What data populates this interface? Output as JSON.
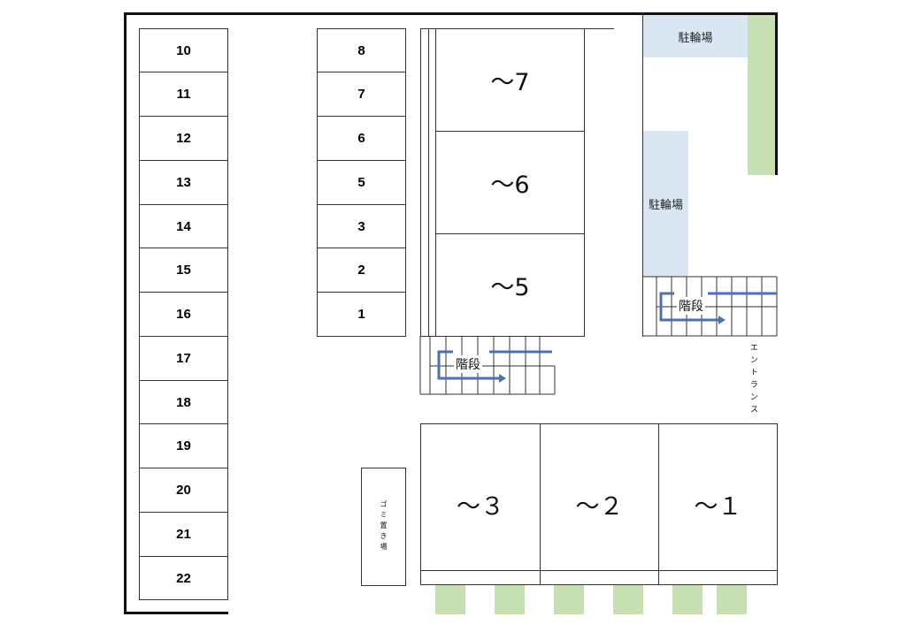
{
  "parking": {
    "left_column": [
      "10",
      "11",
      "12",
      "13",
      "14",
      "15",
      "16",
      "17",
      "18",
      "19",
      "20",
      "21",
      "22"
    ],
    "middle_column": [
      "8",
      "7",
      "6",
      "5",
      "3",
      "2",
      "1"
    ]
  },
  "buildings": {
    "upper": [
      "～7",
      "～6",
      "～5"
    ],
    "lower": [
      "～３",
      "～２",
      "～１"
    ]
  },
  "bike_parking_label": "駐輪場",
  "stairs_label": "階段",
  "entrance_label": "エントランス",
  "garbage_label": "ゴミ置き場",
  "colors": {
    "bike": "#dae6f2",
    "green": "#c6e0b4",
    "arrow": "#4a72b0",
    "line": "#333333"
  }
}
